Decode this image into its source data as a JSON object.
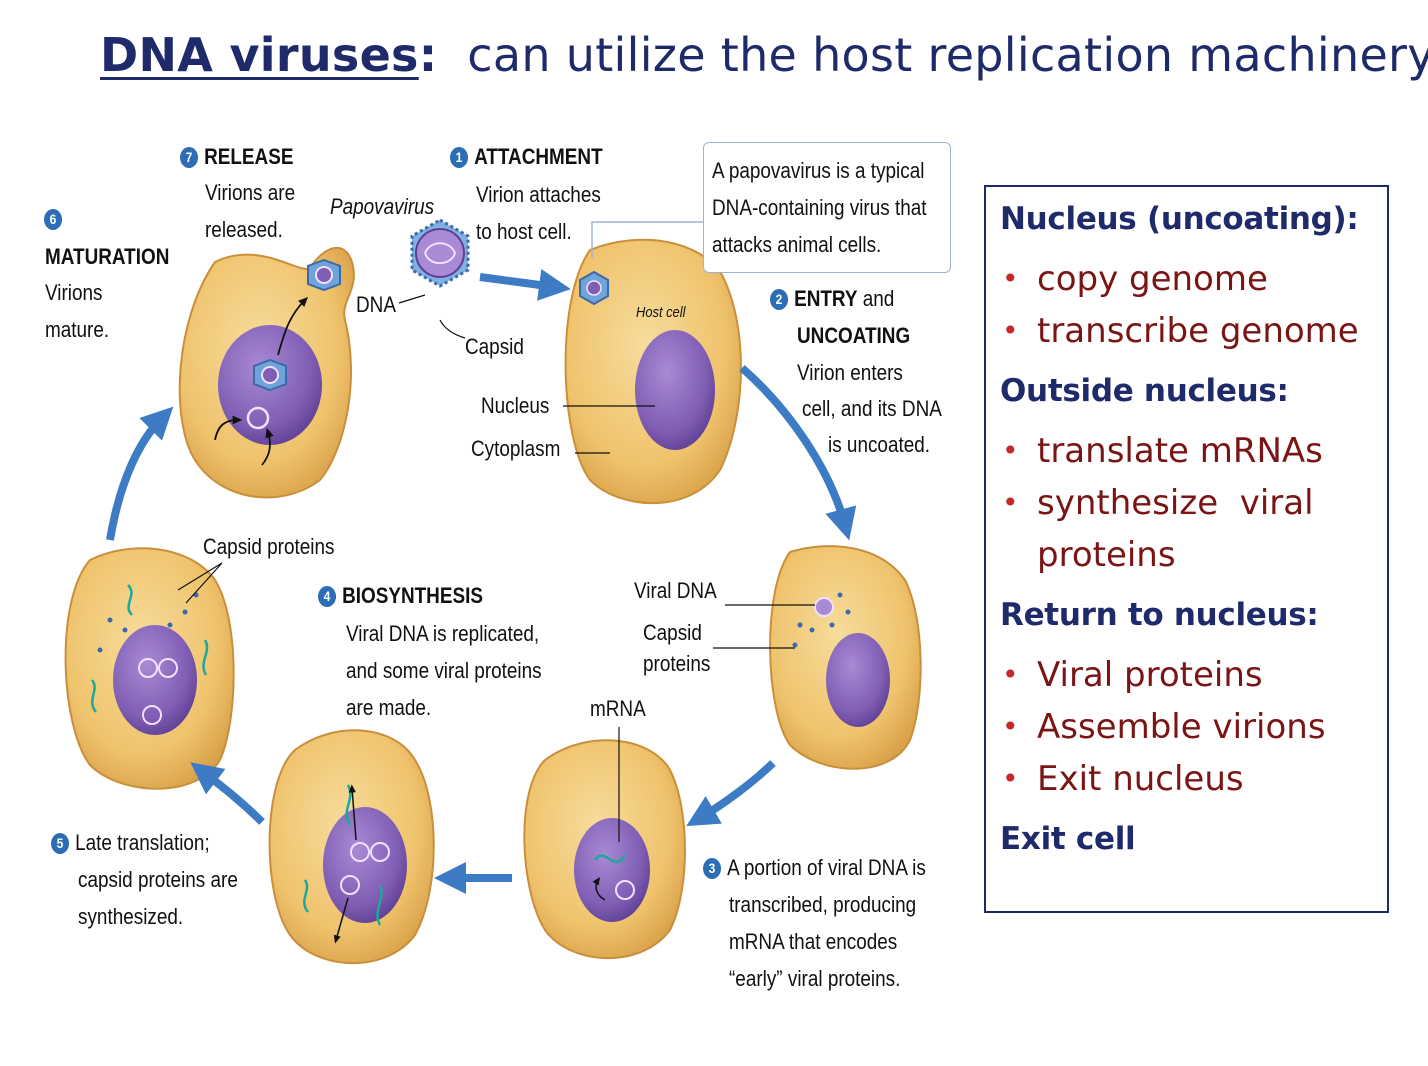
{
  "title": {
    "bold": "DNA viruses",
    "colon": ":",
    "rest": "  can utilize the host replication machinery"
  },
  "diagram": {
    "steps": {
      "attachment": {
        "num": "1",
        "title": "ATTACHMENT",
        "lines": [
          "Virion attaches",
          "to host cell."
        ]
      },
      "entry": {
        "num": "2",
        "title1": "ENTRY",
        "title1_rest": " and",
        "title2": "UNCOATING",
        "lines": [
          "Virion enters",
          "cell, and its DNA",
          "is uncoated."
        ]
      },
      "transcription": {
        "num": "3",
        "lines": [
          "A portion of viral DNA is",
          "transcribed, producing",
          "mRNA that encodes",
          "“early” viral proteins."
        ]
      },
      "biosynthesis": {
        "num": "4",
        "title": "BIOSYNTHESIS",
        "lines": [
          "Viral DNA is replicated,",
          "and some viral proteins",
          "are made."
        ]
      },
      "late_translation": {
        "num": "5",
        "lines": [
          "Late translation;",
          "capsid proteins are",
          "synthesized."
        ]
      },
      "maturation": {
        "num": "6",
        "title": "MATURATION",
        "lines": [
          "Virions",
          "mature."
        ]
      },
      "release": {
        "num": "7",
        "title": "RELEASE",
        "lines": [
          "Virions are",
          "released."
        ]
      }
    },
    "labels": {
      "papovavirus": "Papovavirus",
      "dna": "DNA",
      "capsid": "Capsid",
      "host_cell": "Host cell",
      "nucleus": "Nucleus",
      "cytoplasm": "Cytoplasm",
      "viral_dna": "Viral DNA",
      "capsid_proteins_right": [
        "Capsid",
        "proteins"
      ],
      "mrna": "mRNA",
      "capsid_proteins_left": "Capsid proteins"
    },
    "callout": [
      "A papovavirus is a typical",
      "DNA-containing virus that",
      "attacks animal cells."
    ]
  },
  "panel": {
    "nucleus_heading": "Nucleus (uncoating):",
    "nucleus_items": [
      "copy genome",
      "transcribe genome"
    ],
    "outside_heading": "Outside nucleus:",
    "outside_items": [
      "translate mRNAs",
      "synthesize  viral proteins"
    ],
    "return_heading": "Return to nucleus:",
    "return_items": [
      "Viral proteins",
      "Assemble virions",
      "Exit nucleus"
    ],
    "exit_heading": "Exit cell"
  },
  "colors": {
    "title": "#1f2a6b",
    "bullet_text": "#7b1414",
    "arrow": "#3d7cc4",
    "cytoplasm": "#f0c873",
    "nucleus": "#8d6bbd"
  }
}
